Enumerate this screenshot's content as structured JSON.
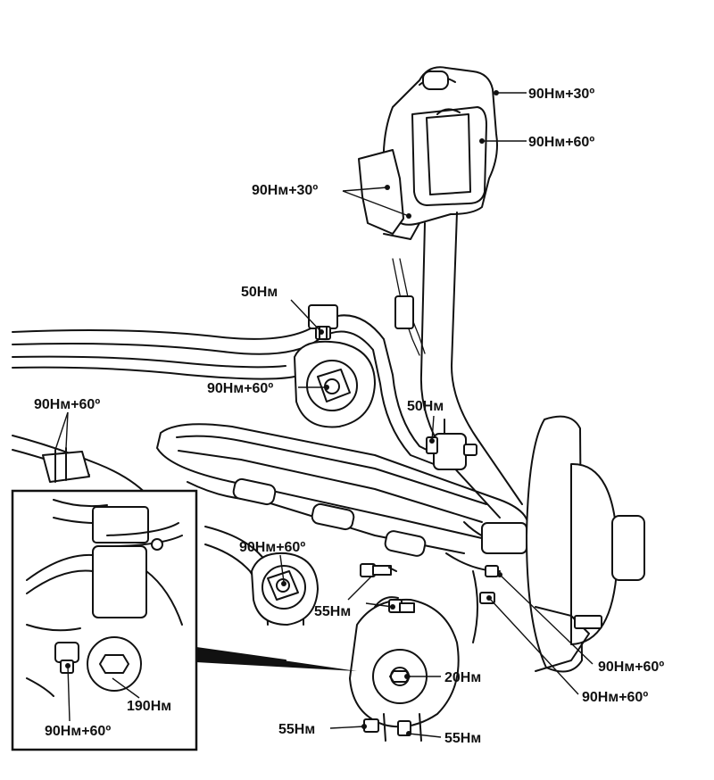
{
  "labels": {
    "top_right_1": "90Нм+30º",
    "top_right_2": "90Нм+60º",
    "top_left": "90Нм+30º",
    "stab_clamp": "50Нм",
    "stab_bushing": "90Нм+60º",
    "left_bracket": "90Нм+60º",
    "link_top": "50Нм",
    "lower_arm_bushing": "90Нм+60º",
    "mid_55": "55Нм",
    "hub_nut": "20Нм",
    "right_1": "90Нм+60º",
    "right_2": "90Нм+60º",
    "bottom_55_left": "55Нм",
    "bottom_55_right": "55Нм",
    "inset_190": "190Нм",
    "inset_90": "90Нм+60º"
  }
}
